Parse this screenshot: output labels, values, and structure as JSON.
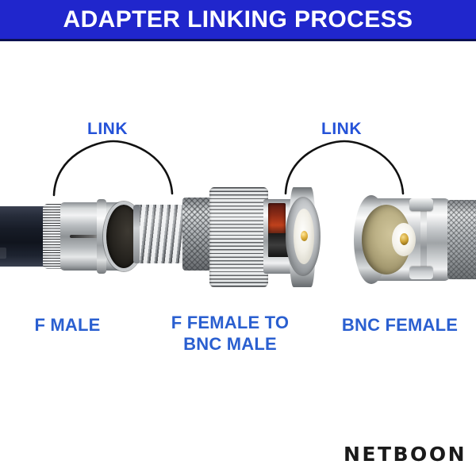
{
  "header": {
    "title": "ADAPTER LINKING PROCESS",
    "background_color": "#2026CC",
    "text_color": "#FFFFFF",
    "border_color": "#0C1050"
  },
  "annotations": {
    "link_color": "#2452D8",
    "arc_color": "#111111",
    "items": [
      {
        "label": "LINK",
        "arc": "left-arc-between-f-male-and-adapter"
      },
      {
        "label": "LINK",
        "arc": "right-arc-between-adapter-and-bnc-female"
      }
    ]
  },
  "connectors": [
    {
      "id": "f-male",
      "label": "F MALE",
      "label_color": "#2A5FD0",
      "description": "Coaxial cable terminated with an F-type male connector"
    },
    {
      "id": "f-female-to-bnc-male",
      "label_line1": "F FEMALE TO",
      "label_line2": "BNC MALE",
      "label_color": "#2A5FD0",
      "description": "Adapter with F female threaded end and BNC male bayonet end"
    },
    {
      "id": "bnc-female",
      "label": "BNC FEMALE",
      "label_color": "#2A5FD0",
      "description": "BNC female jack with bayonet lugs and knurled body"
    }
  ],
  "brand": {
    "name": "NETBOON",
    "color": "#1A1A1A"
  }
}
